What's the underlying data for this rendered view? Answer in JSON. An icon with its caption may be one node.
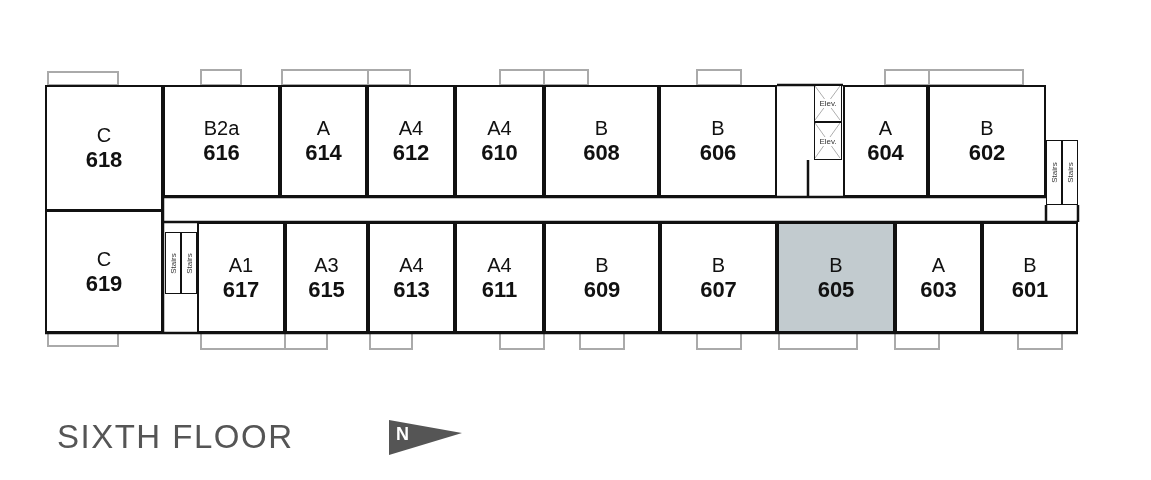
{
  "diagram": {
    "nodes": [
      {
        "text": [
          "C",
          "618"
        ]
      },
      {
        "text": [
          "B2a",
          "616"
        ]
      },
      {
        "text": [
          "A",
          "614"
        ]
      },
      {
        "text": [
          "A4",
          "612"
        ]
      },
      {
        "text": [
          "A4",
          "610"
        ]
      },
      {
        "text": [
          "B",
          "608"
        ]
      },
      {
        "text": [
          "B",
          "606"
        ]
      },
      {
        "text": [
          "Elev."
        ]
      },
      {
        "text": [
          "Elev."
        ]
      },
      {
        "text": [
          "A",
          "604"
        ]
      },
      {
        "text": [
          "B",
          "602"
        ]
      },
      {
        "text": [
          "Stairs"
        ]
      },
      {
        "text": [
          "Stairs"
        ]
      },
      {
        "text": [
          "C",
          "619"
        ]
      },
      {
        "text": [
          "Stairs"
        ]
      },
      {
        "text": [
          "Stairs"
        ]
      },
      {
        "text": [
          "A1",
          "617"
        ]
      },
      {
        "text": [
          "A3",
          "615"
        ]
      },
      {
        "text": [
          "A4",
          "613"
        ]
      },
      {
        "text": [
          "A4",
          "611"
        ]
      },
      {
        "text": [
          "B",
          "609"
        ]
      },
      {
        "text": [
          "B",
          "607"
        ]
      },
      {
        "text": [
          "B",
          "605"
        ]
      },
      {
        "text": [
          "A",
          "603"
        ]
      },
      {
        "text": [
          "B",
          "601"
        ]
      }
    ],
    "edges": [],
    "labels": [
      "SIXTH FLOOR",
      "N"
    ]
  }
}
